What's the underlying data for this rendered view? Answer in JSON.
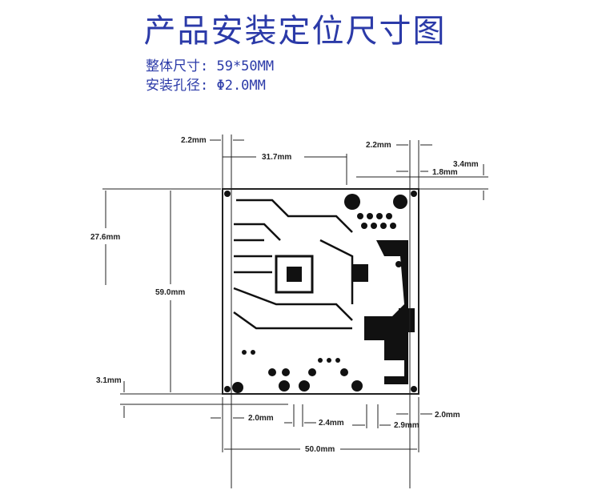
{
  "title": "产品安装定位尺寸图",
  "specs": {
    "size": "整体尺寸: 59*50MM",
    "hole": "安装孔径: Φ2.0MM"
  },
  "dimensions": {
    "left_hole_offset": "2.2mm",
    "top_span": "31.7mm",
    "right_hole_offset": "2.2mm",
    "right_top_vertical": "3.4mm",
    "right_top_horizontal": "1.8mm",
    "left_vertical": "27.6mm",
    "board_height": "59.0mm",
    "bottom_vertical": "3.1mm",
    "bottom_left": "2.0mm",
    "bottom_mid": "2.4mm",
    "bottom_right": "2.9mm",
    "bottom_far_right": "2.0mm",
    "board_width": "50.0mm"
  },
  "colors": {
    "title": "#2b3aa8",
    "line": "#222222"
  }
}
